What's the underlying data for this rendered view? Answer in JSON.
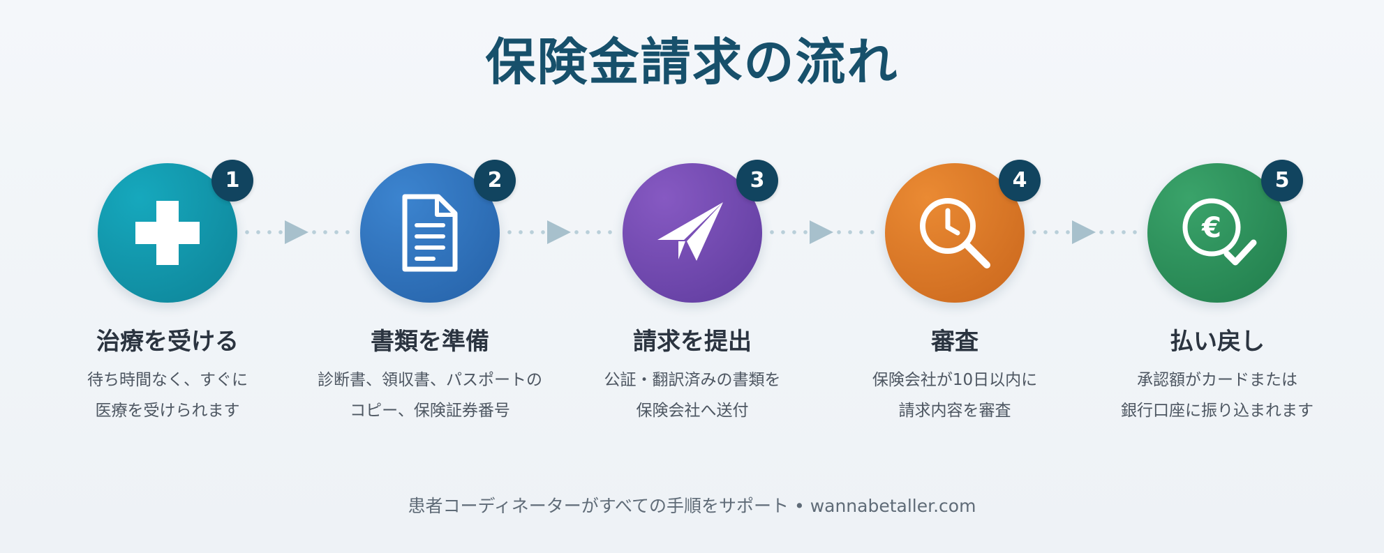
{
  "title": "保険金請求の流れ",
  "steps": [
    {
      "number": "1",
      "title": "治療を受ける",
      "desc_line1": "待ち時間なく、すぐに",
      "desc_line2": "医療を受けられます",
      "icon": "medical-cross-icon",
      "color_from": "#16a8bd",
      "color_to": "#0e8397"
    },
    {
      "number": "2",
      "title": "書類を準備",
      "desc_line1": "診断書、領収書、パスポートの",
      "desc_line2": "コピー、保険証券番号",
      "icon": "document-icon",
      "color_from": "#3c84cf",
      "color_to": "#2561a7"
    },
    {
      "number": "3",
      "title": "請求を提出",
      "desc_line1": "公証・翻訳済みの書類を",
      "desc_line2": "保険会社へ送付",
      "icon": "paper-plane-icon",
      "color_from": "#8659c2",
      "color_to": "#5e3b9d"
    },
    {
      "number": "4",
      "title": "審査",
      "desc_line1": "保険会社が10日以内に",
      "desc_line2": "請求内容を審査",
      "icon": "clock-magnifier-icon",
      "color_from": "#ea8a33",
      "color_to": "#c9661c"
    },
    {
      "number": "5",
      "title": "払い戻し",
      "desc_line1": "承認額がカードまたは",
      "desc_line2": "銀行口座に振り込まれます",
      "icon": "euro-check-icon",
      "color_from": "#3aa36a",
      "color_to": "#207c4b"
    }
  ],
  "footer": "患者コーディネーターがすべての手順をサポート • wannabetaller.com",
  "colors": {
    "title": "#17506b",
    "badge": "#11445f",
    "connector_dots": "#b9cfd9",
    "connector_arrow": "#a7c0cc"
  }
}
